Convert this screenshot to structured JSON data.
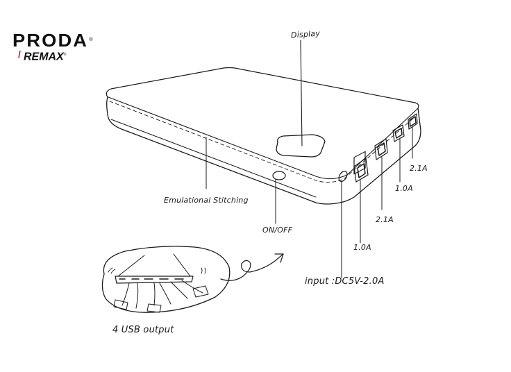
{
  "brand": {
    "name": "PRODA",
    "sub_brand": "REMAX",
    "registered_mark": "®",
    "accent_color": "#d0181c"
  },
  "diagram": {
    "subject": "power bank sketch",
    "labels": {
      "display": "Display",
      "stitching": "Emulational Stitching",
      "power": "ON/OFF",
      "input": "input :DC5V-2.0A",
      "usb_outputs_caption": "4 USB output",
      "port_1": "1.0A",
      "port_2": "2.1A",
      "port_3": "1.0A",
      "port_4": "2.1A"
    }
  }
}
